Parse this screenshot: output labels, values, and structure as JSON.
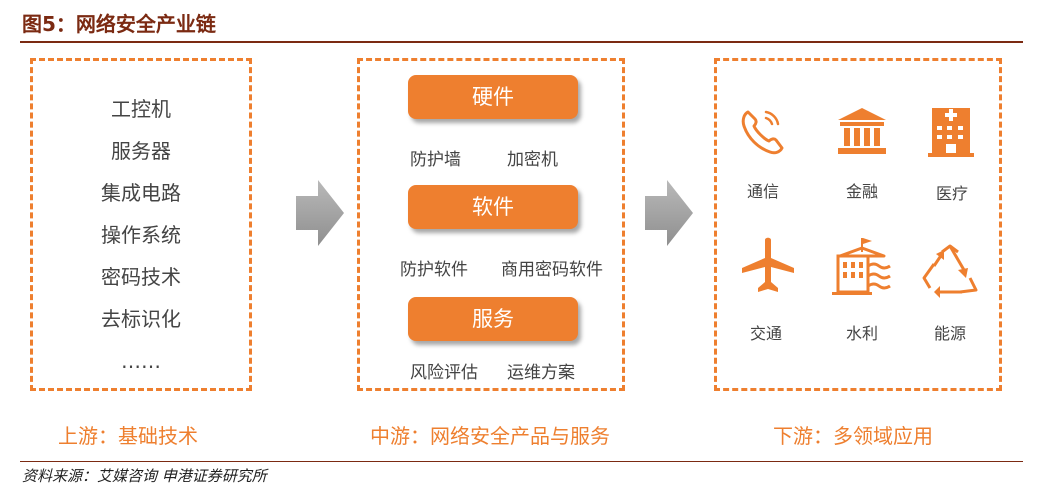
{
  "figure": {
    "title": "图5：网络安全产业链",
    "source": "资料来源：艾媒咨询 申港证券研究所"
  },
  "upstream": {
    "items": [
      "工控机",
      "服务器",
      "集成电路",
      "操作系统",
      "密码技术",
      "去标识化",
      "……"
    ],
    "caption": "上游：基础技术"
  },
  "midstream": {
    "groups": [
      {
        "label": "硬件",
        "subs": [
          "防护墙",
          "加密机"
        ]
      },
      {
        "label": "软件",
        "subs": [
          "防护软件",
          "商用密码软件"
        ]
      },
      {
        "label": "服务",
        "subs": [
          "风险评估",
          "运维方案"
        ]
      }
    ],
    "caption": "中游：网络安全产品与服务"
  },
  "downstream": {
    "items": [
      {
        "label": "通信",
        "icon": "phone-icon"
      },
      {
        "label": "金融",
        "icon": "bank-icon"
      },
      {
        "label": "医疗",
        "icon": "hospital-icon"
      },
      {
        "label": "交通",
        "icon": "airplane-icon"
      },
      {
        "label": "水利",
        "icon": "water-conservancy-icon"
      },
      {
        "label": "能源",
        "icon": "recycle-icon"
      }
    ],
    "caption": "下游：多领域应用"
  },
  "colors": {
    "accent": "#ee7f2f",
    "title": "#7b2a12",
    "arrow": "#9e9e9e"
  }
}
